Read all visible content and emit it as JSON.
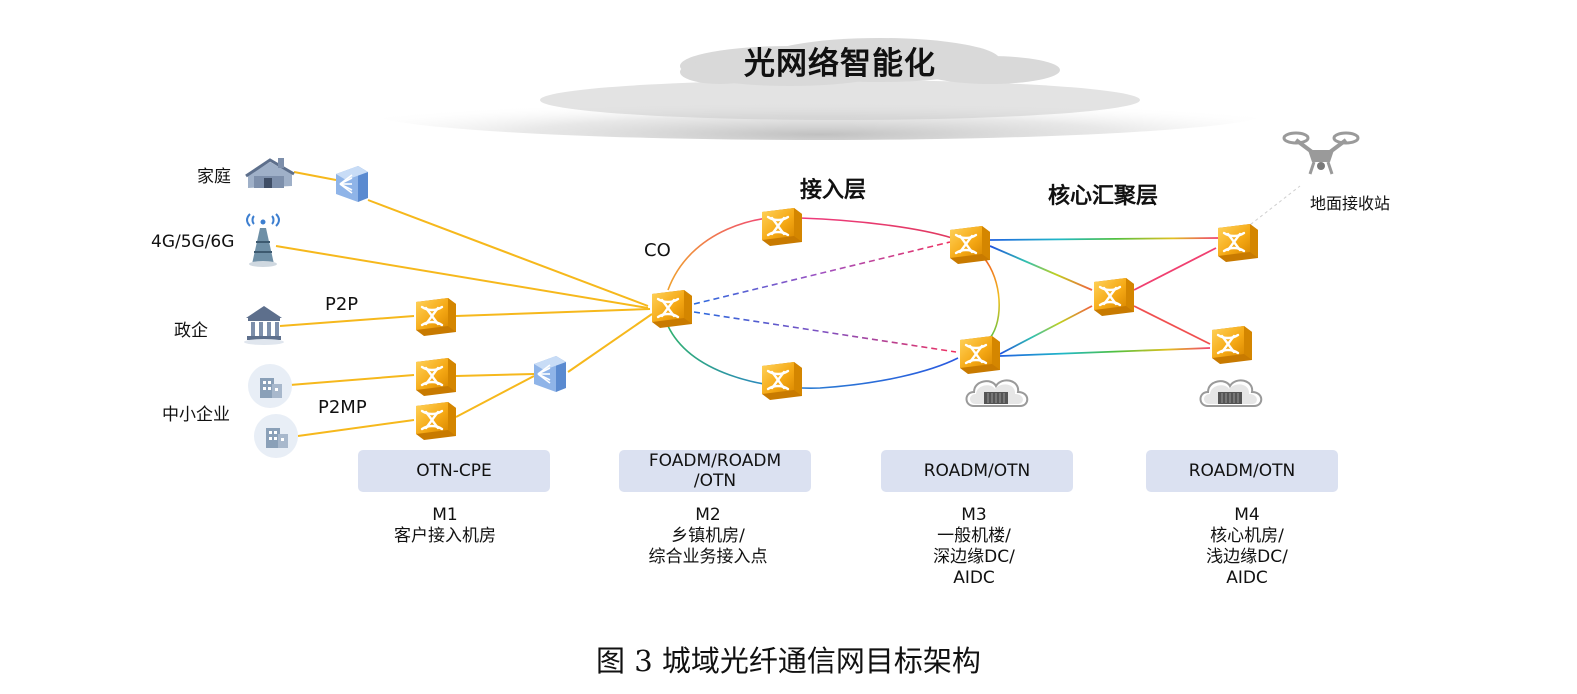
{
  "banner": {
    "title": "光网络智能化"
  },
  "left_labels": {
    "home": "家庭",
    "mobile": "4G/5G/6G",
    "gov": "政企",
    "sme": "中小企业"
  },
  "link_labels": {
    "p2p": "P2P",
    "p2mp": "P2MP"
  },
  "co_label": "CO",
  "layers": {
    "access": "接入层",
    "core": "核心汇聚层"
  },
  "drone_label": "地面接收站",
  "equipment_boxes": [
    {
      "lines": [
        "OTN-CPE"
      ]
    },
    {
      "lines": [
        "FOADM/ROADM",
        "/OTN"
      ]
    },
    {
      "lines": [
        "ROADM/OTN"
      ]
    },
    {
      "lines": [
        "ROADM/OTN"
      ]
    }
  ],
  "sites": [
    {
      "lines": [
        "M1",
        "客户接入机房"
      ]
    },
    {
      "lines": [
        "M2",
        "乡镇机房/",
        "综合业务接入点"
      ]
    },
    {
      "lines": [
        "M3",
        "一般机楼/",
        "深边缘DC/",
        "AIDC"
      ]
    },
    {
      "lines": [
        "M4",
        "核心机房/",
        "浅边缘DC/",
        "AIDC"
      ]
    }
  ],
  "caption": "图 3  城域光纤通信网目标架构",
  "colors": {
    "fiber": "#f6b81c",
    "node": "#f2a414",
    "box": "#dbe1f1",
    "cloud": "#d9d9d9"
  },
  "icons": [
    "house-icon",
    "cell-tower-icon",
    "bank-icon",
    "building-icon",
    "splitter-icon",
    "otn-node-icon",
    "cloud-datacenter-icon",
    "drone-icon"
  ]
}
